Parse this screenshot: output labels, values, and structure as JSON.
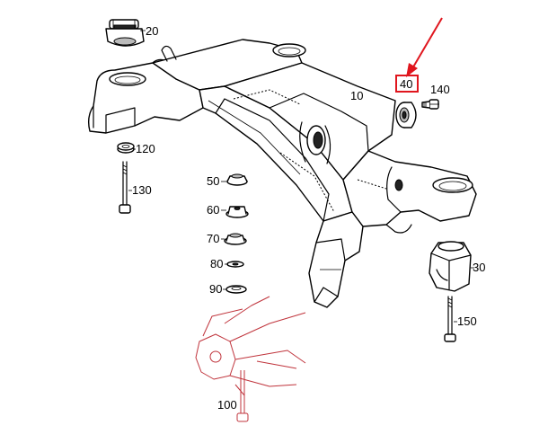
{
  "parts": {
    "p10": "10",
    "p20": "20",
    "p30": "30",
    "p40": "40",
    "p50": "50",
    "p60": "60",
    "p70": "70",
    "p80": "80",
    "p90": "90",
    "p100": "100",
    "p120": "120",
    "p130": "130",
    "p140": "140",
    "p150": "150"
  },
  "highlight": {
    "part": "40",
    "box_color": "#e0161e",
    "arrow_color": "#e0161e"
  },
  "colors": {
    "line": "#000000",
    "faded_line": "#c0343c",
    "background": "#ffffff"
  }
}
